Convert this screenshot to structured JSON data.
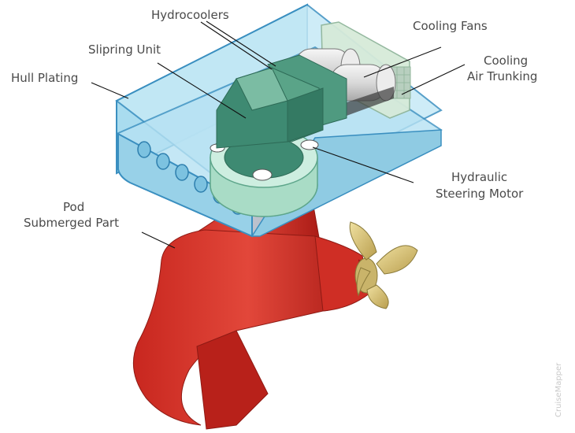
{
  "labels": {
    "hydrocoolers": "Hydrocoolers",
    "cooling_fans": "Cooling Fans",
    "slipring_unit": "Slipring Unit",
    "cooling_line1": "Cooling",
    "cooling_line2": "Air Trunking",
    "hull_plating": "Hull Plating",
    "hydraulic_line1": "Hydraulic",
    "hydraulic_line2": "Steering Motor",
    "pod_line1": "Pod",
    "pod_line2": "Submerged Part"
  },
  "watermark": "CruiseMapper",
  "colors": {
    "hull": "#a9dcef",
    "hull_edge": "#3a8fc0",
    "pod": "#d8322a",
    "machinery": "#3e8a72",
    "propeller": "#d9c47a",
    "fans": "#e4e4e4"
  }
}
